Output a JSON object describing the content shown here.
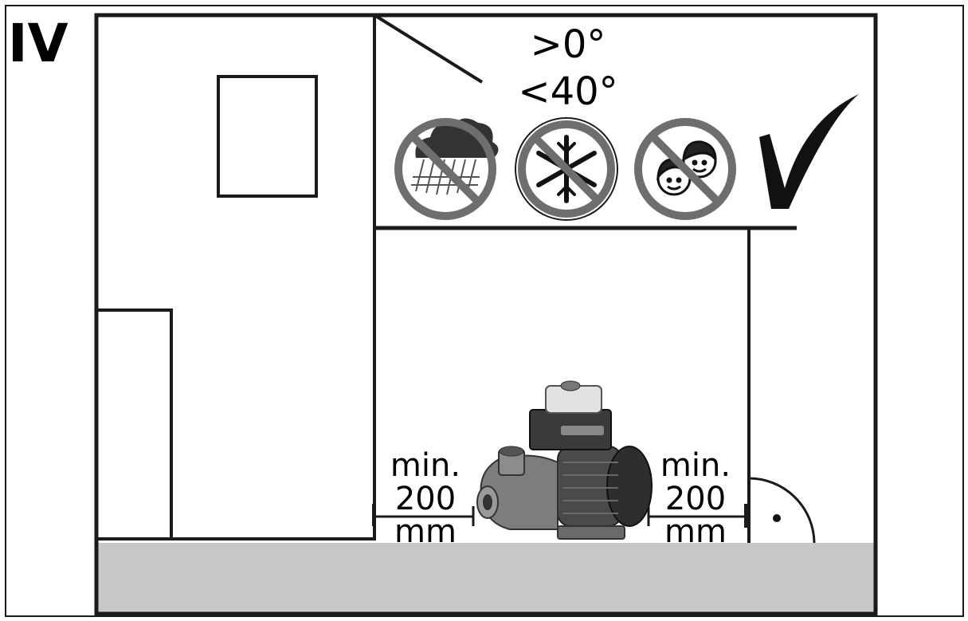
{
  "figure": {
    "panel_label": "IV",
    "temperature": {
      "min": ">0°",
      "max": "<40°"
    },
    "prohibitions": [
      {
        "name": "no-rain",
        "icon": "rain-cloud-icon"
      },
      {
        "name": "no-frost",
        "icon": "snowflake-icon"
      },
      {
        "name": "no-children",
        "icon": "children-faces-icon"
      }
    ],
    "approval_icon": "checkmark-icon",
    "clearance_left": {
      "line1": "min.",
      "line2": "200",
      "line3": "mm"
    },
    "clearance_right": {
      "line1": "min.",
      "line2": "200",
      "line3": "mm"
    },
    "right_angle_icon": "right-angle-icon",
    "pump_icon": "pump-icon",
    "colors": {
      "stroke": "#1a1a1a",
      "floor": "#c8c8c8",
      "pump_body": "#7d7d7d",
      "motor": "#3a3a3a"
    }
  }
}
